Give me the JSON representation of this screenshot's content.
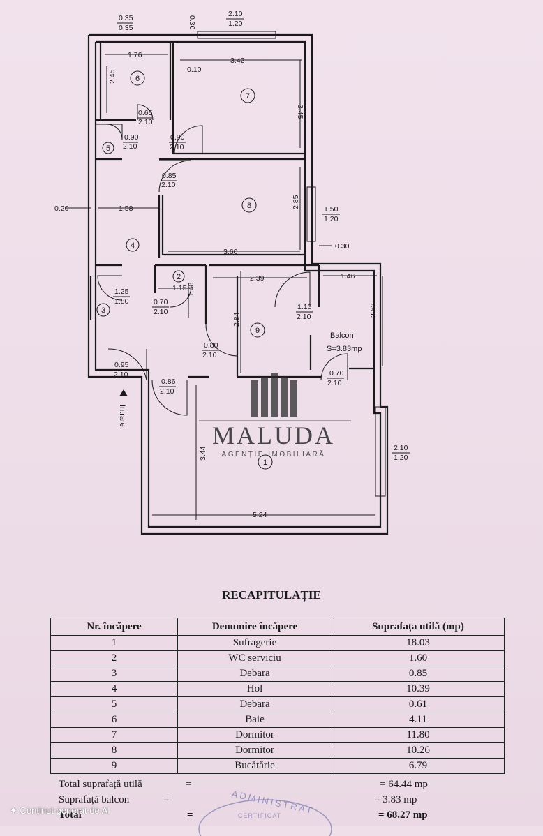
{
  "plan": {
    "dimensions": {
      "d035": "0.35",
      "d035b": "0.35",
      "d030top": "0.30",
      "d210top": "2.10",
      "d120top": "1.20",
      "d176": "1.76",
      "d342": "3.42",
      "d010": "0.10",
      "d245": "2.45",
      "d345": "3.45",
      "d065": "0.65",
      "d210a": "2.10",
      "d090a": "0.90",
      "d210b": "2.10",
      "d090b": "0.90",
      "d210c": "2.10",
      "d085": "0.85",
      "d210d": "2.10",
      "d020": "0.20",
      "d158": "1.58",
      "d285": "2.85",
      "d150": "1.50",
      "d120b": "1.20",
      "d360": "3.60",
      "d030b": "0.30",
      "d239": "2.39",
      "d146": "1.46",
      "d115": "1.15",
      "d148": "1.48",
      "d125": "1.25",
      "d180": "1.80",
      "d070a": "0.70",
      "d210e": "2.10",
      "d110": "1.10",
      "d210f": "2.10",
      "d262": "2.62",
      "d284": "2.84",
      "d080": "0.80",
      "d210g": "2.10",
      "d095": "0.95",
      "d210h": "2.10",
      "d086": "0.86",
      "d210i": "2.10",
      "d070b": "0.70",
      "d210j": "2.10",
      "d344": "3.44",
      "d524": "5.24",
      "d210k": "2.10",
      "d120c": "1.20"
    },
    "rooms": [
      "1",
      "2",
      "3",
      "4",
      "5",
      "6",
      "7",
      "8",
      "9"
    ],
    "balcony_label": "Balcon",
    "balcony_area": "S=3.83mp",
    "entrance_label": "Intrare"
  },
  "logo": {
    "name": "MALUDA",
    "subtitle": "AGENȚIE IMOBILIARĂ"
  },
  "recap": {
    "title": "RECAPITULAȚIE",
    "headers": [
      "Nr. încăpere",
      "Denumire încăpere",
      "Suprafața utilă (mp)"
    ],
    "rows": [
      [
        "1",
        "Sufragerie",
        "18.03"
      ],
      [
        "2",
        "WC serviciu",
        "1.60"
      ],
      [
        "3",
        "Debara",
        "0.85"
      ],
      [
        "4",
        "Hol",
        "10.39"
      ],
      [
        "5",
        "Debara",
        "0.61"
      ],
      [
        "6",
        "Baie",
        "4.11"
      ],
      [
        "7",
        "Dormitor",
        "11.80"
      ],
      [
        "8",
        "Dormitor",
        "10.26"
      ],
      [
        "9",
        "Bucătărie",
        "6.79"
      ]
    ],
    "summary": [
      {
        "label": "Total suprafață utilă",
        "eq": "=",
        "value": "= 64.44 mp"
      },
      {
        "label": "Suprafață balcon",
        "eq": "=",
        "value": "= 3.83 mp"
      },
      {
        "label": "Total",
        "eq": "=",
        "value": "= 68.27 mp"
      }
    ]
  },
  "stamp": {
    "text": "ADMINISTRAT",
    "sub": "CERTIFICAT"
  },
  "footer_note": "✦ Conținut generat de AI"
}
